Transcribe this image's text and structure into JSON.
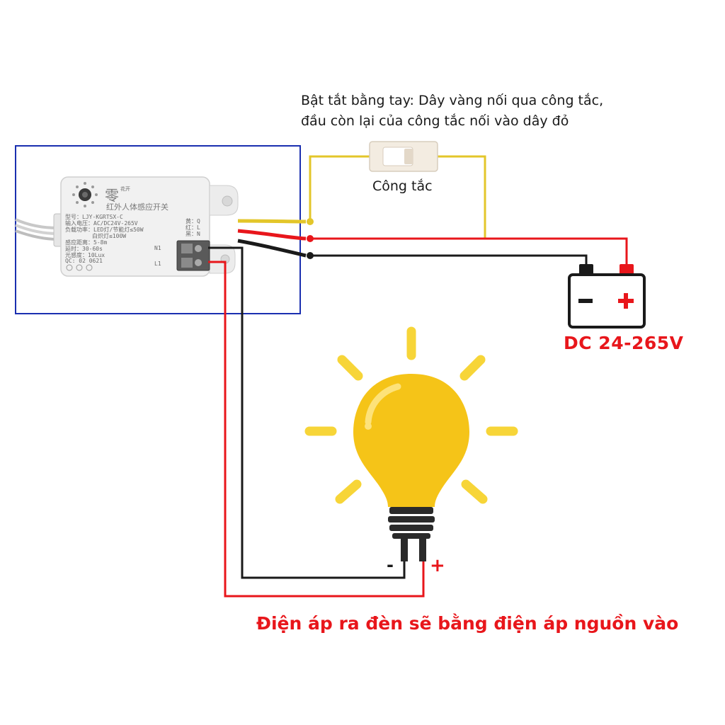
{
  "note": {
    "line1": "Bật tắt bằng tay: Dây vàng nối qua công tắc,",
    "line2": "đầu còn lại của công tắc nối vào dây đỏ"
  },
  "switch": {
    "label": "Công tắc"
  },
  "battery": {
    "minus": "-",
    "plus": "+",
    "voltage_label": "DC 24-265V"
  },
  "bulb": {
    "minus": "-",
    "plus": "+"
  },
  "caption": "Điện áp ra đèn sẽ bằng điện áp nguồn vào",
  "module": {
    "brand": "零",
    "brand_small": "花开",
    "title": "红外人体感应开关",
    "lines": [
      "型号：LJY-KGRTSX-C",
      "输入电压：AC/DC24V-265V",
      "负载功率：LED灯/节能灯≤50W",
      "白炽灯≤100W",
      "感应距离：5-8m",
      "延时：30-60s",
      "光感度：10Lux",
      "QC: 02  0621"
    ],
    "wire_labels": [
      "黄：Q",
      "红：L",
      "黑：N"
    ],
    "terminal_labels": [
      "N1",
      "L1"
    ]
  },
  "colors": {
    "yellow_wire": "#e3c62a",
    "red_wire": "#e8161b",
    "black_wire": "#1a1a1a",
    "frame": "#1a2fb0",
    "bulb": "#f5c418",
    "rays": "#f7d538"
  }
}
